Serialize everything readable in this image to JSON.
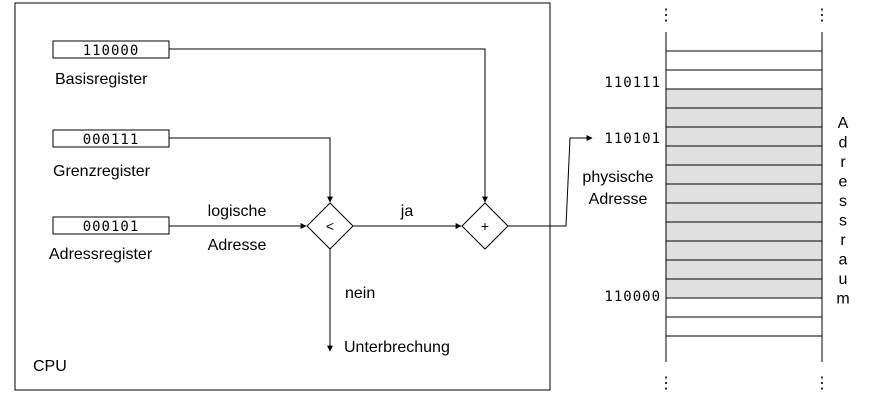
{
  "cpu": {
    "label": "CPU"
  },
  "registers": {
    "base": {
      "value": "110000",
      "label": "Basisregister"
    },
    "limit": {
      "value": "000111",
      "label": "Grenzregister"
    },
    "address": {
      "value": "000101",
      "label": "Adressregister"
    }
  },
  "logical_address": {
    "line1": "logische",
    "line2": "Adresse"
  },
  "compare": {
    "symbol": "<",
    "yes": "ja",
    "no": "nein"
  },
  "adder": {
    "symbol": "+"
  },
  "interrupt": {
    "label": "Unterbrechung"
  },
  "physical_address": {
    "line1": "physische",
    "line2": "Adresse"
  },
  "memory": {
    "addr_top": "110111",
    "addr_target": "110101",
    "addr_bottom": "110000",
    "label_letters": [
      "A",
      "d",
      "r",
      "e",
      "s",
      "s",
      "r",
      "a",
      "u",
      "m"
    ],
    "shade_color": "#e0e0e0"
  }
}
